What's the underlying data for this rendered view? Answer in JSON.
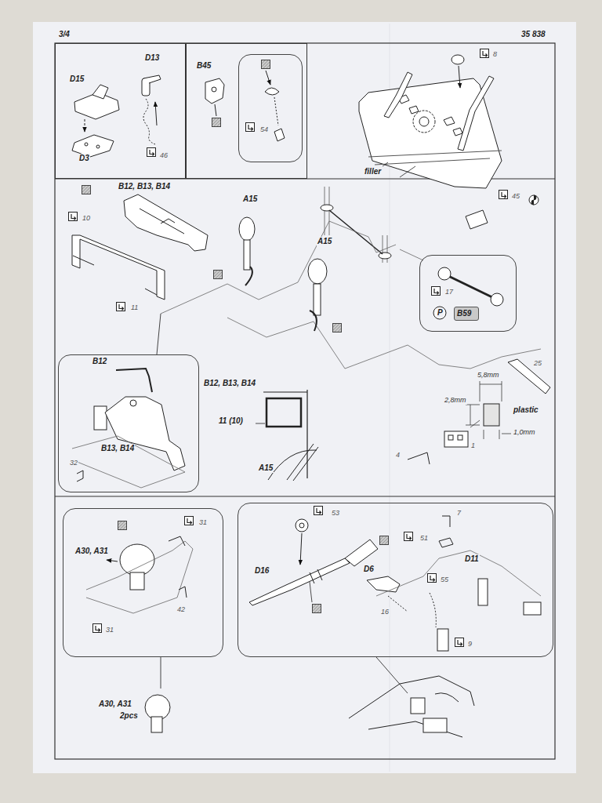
{
  "diagram": {
    "nodes": [
      {
        "text": [
          "D15",
          "D13",
          "D3",
          "46"
        ]
      },
      {
        "text": [
          "B45"
        ]
      },
      {
        "text": [
          "54"
        ],
        "in": 1
      },
      {
        "text": [
          "17",
          "P"
        ]
      },
      {
        "text": [
          "B59"
        ],
        "in": 3
      },
      {
        "text": [
          "B12",
          "B13, B14",
          "32"
        ]
      },
      {
        "text": [
          "A30, A31",
          "31",
          "42",
          "31"
        ]
      },
      {
        "text": [
          "53",
          "D16",
          "16",
          "D6",
          "51",
          "7",
          "55",
          "D11",
          "9"
        ]
      }
    ],
    "labels": [
      "3/4",
      "35 838",
      "8",
      "filler",
      "45",
      "B12, B13, B14",
      "10",
      "11",
      "A15",
      "A15",
      "B12, B13, B14",
      "11 (10)",
      "A15",
      "25",
      "5,8mm",
      "2,8mm",
      "plastic",
      "1,0mm",
      "4",
      "1",
      "A30, A31",
      "2pcs"
    ]
  }
}
